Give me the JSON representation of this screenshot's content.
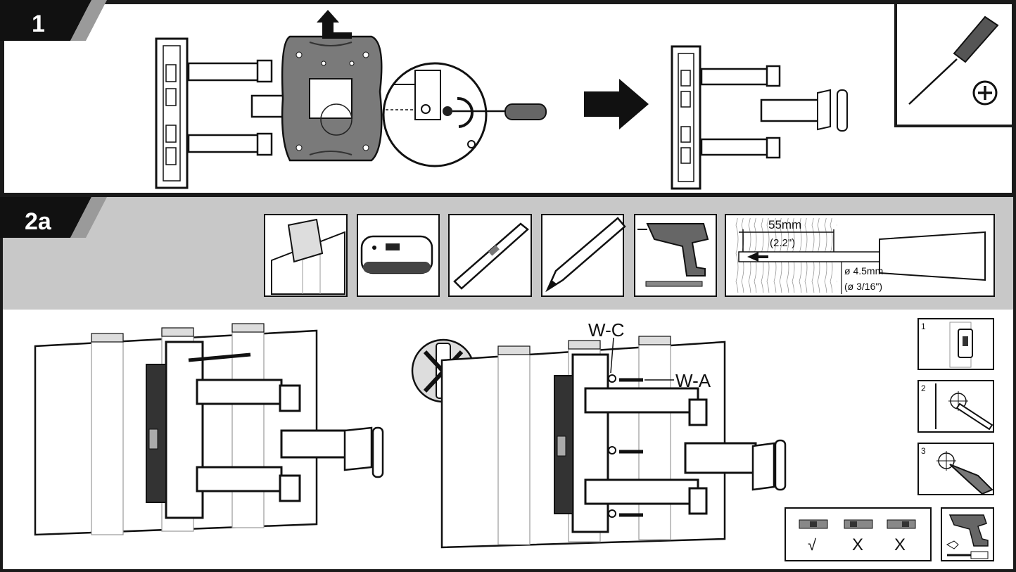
{
  "step1": {
    "number": "1"
  },
  "step2a": {
    "number": "2a",
    "drill_spec": {
      "depth_mm": "55mm",
      "depth_in": "(2.2\")",
      "dia_mm": "ø 4.5mm",
      "dia_in": "(ø 3/16\")"
    },
    "labels": {
      "wc": "W-C",
      "wa": "W-A"
    },
    "substeps": [
      "1",
      "2",
      "3"
    ],
    "level_marks": [
      "√",
      "X",
      "X"
    ]
  },
  "colors": {
    "frame": "#1a1a1a",
    "band": "#c8c8c8",
    "plate": "#7a7a7a"
  },
  "icons": [
    "phillips-screwdriver-icon",
    "phillips-head-icon",
    "wood-stud-icon",
    "stud-finder-icon",
    "spirit-level-icon",
    "pencil-icon",
    "power-drill-icon",
    "drill-bit-icon",
    "no-anchor-icon"
  ]
}
